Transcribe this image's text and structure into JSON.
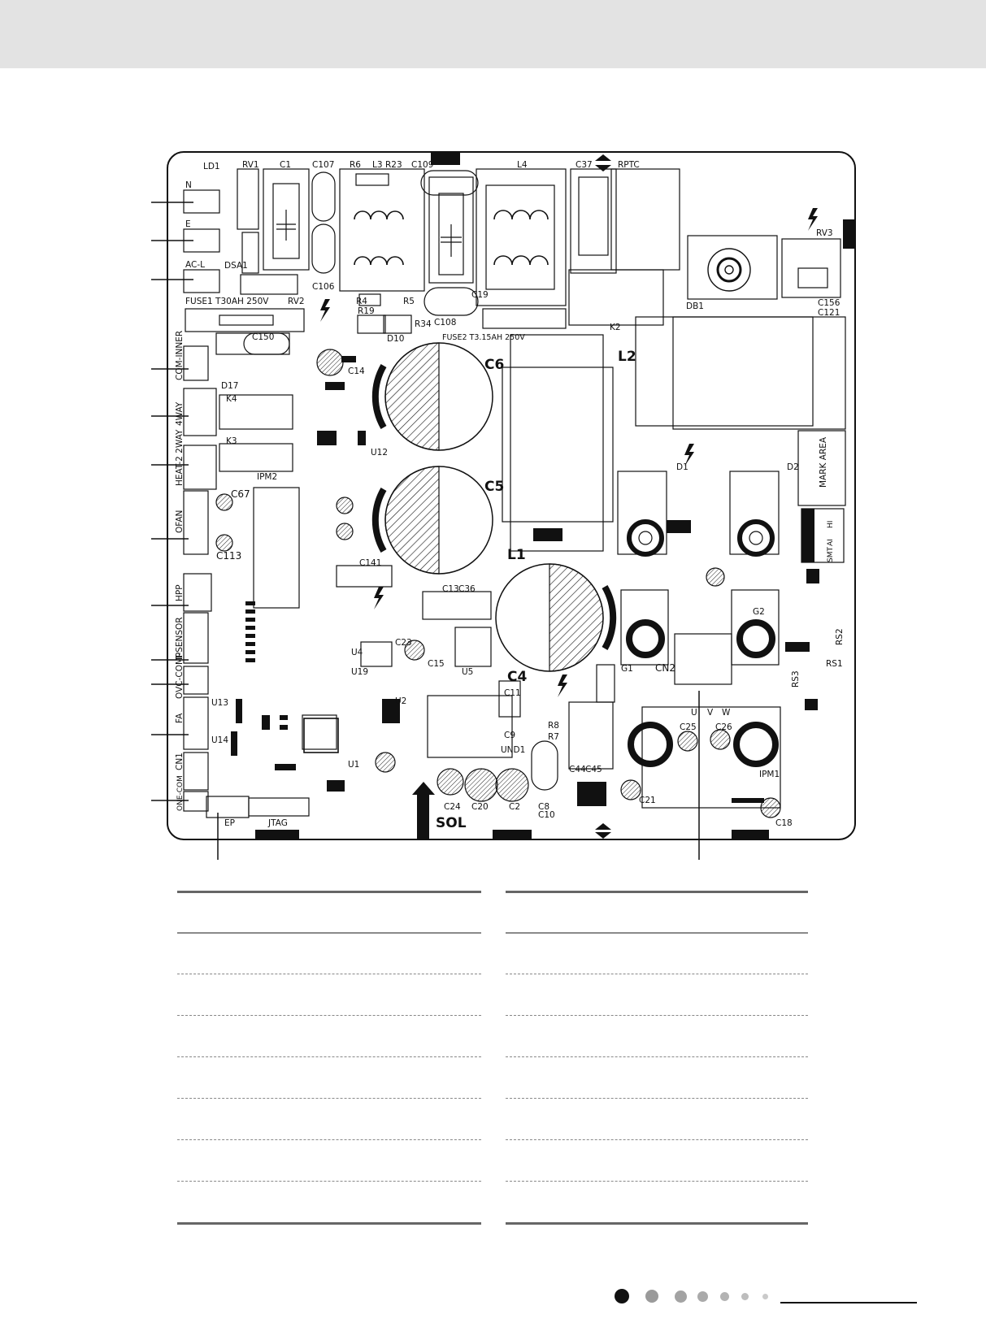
{
  "board": {
    "labels": {
      "ld1": "LD1",
      "n": "N",
      "e": "E",
      "acl": "AC-L",
      "rv1": "RV1",
      "c1": "C1",
      "c107": "C107",
      "r6": "R6",
      "l3": "L3",
      "r23": "R23",
      "c109": "C109",
      "l4": "L4",
      "c37": "C37",
      "rptc": "RPTC",
      "rv3": "RV3",
      "dsa1": "DSA1",
      "c106": "C106",
      "c19": "C19",
      "r4": "R4",
      "r5": "R5",
      "fuse1": "FUSE1 T30AH 250V",
      "rv2": "RV2",
      "r19": "R19",
      "r34": "R34",
      "c108": "C108",
      "d10": "D10",
      "k2": "K2",
      "db1": "DB1",
      "c156": "C156",
      "c121": "C121",
      "fuse2": "FUSE2 T3.15AH 250V",
      "c150": "C150",
      "c14": "C14",
      "com_inner": "COM-INNER",
      "d17": "D17",
      "c6": "C6",
      "l2": "L2",
      "k4": "K4",
      "way4": "4WAY",
      "u12": "U12",
      "k3": "K3",
      "heat2way": "HEAT-2 2WAY",
      "ipm2": "IPM2",
      "c5": "C5",
      "c67": "C67",
      "ofan": "OFAN",
      "c113": "C113",
      "d1": "D1",
      "d2": "D2",
      "mark_area": "MARK AREA",
      "hi": "HI",
      "ai": "AI",
      "smt": "SMT",
      "l1": "L1",
      "c141": "C141",
      "hpp": "HPP",
      "c13": "C13",
      "c36": "C36",
      "c4": "C4",
      "c2": "C2",
      "cn2": "CN2",
      "g1": "G1",
      "g2": "G2",
      "t_sensor": "T-SENSOR",
      "ovc_comp": "OVC-COMP",
      "c23": "C23",
      "c15": "C15",
      "u4": "U4",
      "u19": "U19",
      "u5": "U5",
      "rs2": "RS2",
      "rs1": "RS1",
      "rs3": "RS3",
      "u13": "U13",
      "fa": "FA",
      "u2": "U2",
      "c11": "C11",
      "c9": "C9",
      "r8": "R8",
      "r7": "R7",
      "und1": "UND1",
      "u": "U",
      "v": "V",
      "w": "W",
      "c25": "C25",
      "c26": "C26",
      "u14": "U14",
      "cn1": "CN1",
      "u1": "U1",
      "c44": "C44",
      "c45": "C45",
      "ipm1": "IPM1",
      "one_com": "ONE-COM",
      "c24": "C24",
      "c20": "C20",
      "c2b": "C2",
      "c8": "C8",
      "c10": "C10",
      "c21": "C21",
      "c18": "C18",
      "ep": "EP",
      "jtag": "JTAG",
      "sol": "SOL"
    }
  },
  "table": {
    "left_rows": 8,
    "right_rows": 8
  },
  "pager": {
    "active_index": 0,
    "count": 7
  },
  "colors": {
    "topbar": "#e3e3e3",
    "ink": "#111111",
    "rule": "#666666",
    "dot_active": "#111111",
    "dot_inactive": "#a6a6a6"
  }
}
